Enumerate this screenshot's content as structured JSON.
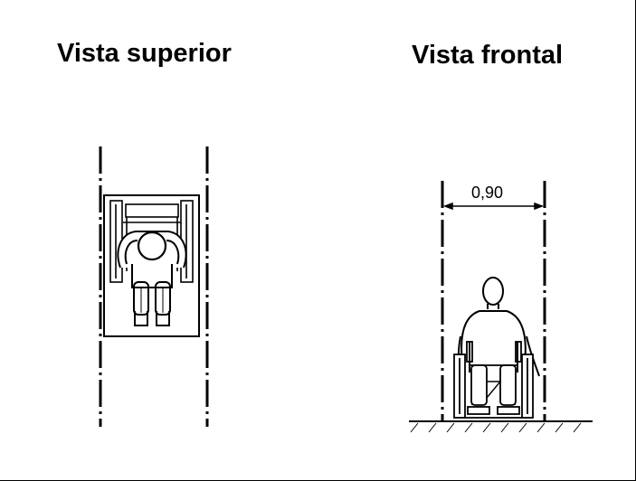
{
  "views": {
    "top_view_title": "Vista superior",
    "front_view_title": "Vista frontal"
  },
  "dimension": {
    "width_label": "0,90"
  },
  "colors": {
    "line": "#000000",
    "background": "#ffffff"
  }
}
